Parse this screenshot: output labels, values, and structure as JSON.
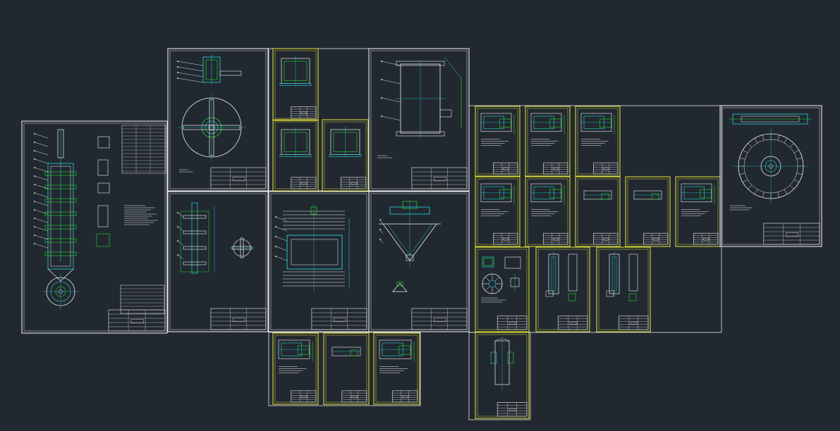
{
  "app": {
    "background": "#212830",
    "colors": {
      "frame_white": "#e8e8e8",
      "frame_yellow": "#d8d838",
      "detail_cyan": "#22d6d6",
      "detail_green": "#22e022",
      "detail_white": "#f0f0f0"
    }
  },
  "sheets": [
    {
      "id": "main-assembly",
      "style": "large-assembly",
      "frame": "white"
    },
    {
      "id": "agitator-top",
      "style": "agitator",
      "frame": "white"
    },
    {
      "id": "small-a1",
      "style": "small",
      "frame": "yellow"
    },
    {
      "id": "small-a2",
      "style": "small",
      "frame": "yellow"
    },
    {
      "id": "small-a3",
      "style": "small",
      "frame": "yellow"
    },
    {
      "id": "vessel-shell",
      "style": "vessel",
      "frame": "white"
    },
    {
      "id": "shaft",
      "style": "shaft",
      "frame": "white"
    },
    {
      "id": "flange-body",
      "style": "flange",
      "frame": "white"
    },
    {
      "id": "cone-bottom",
      "style": "cone",
      "frame": "white"
    },
    {
      "id": "grid-r1c1",
      "style": "detail",
      "frame": "yellow"
    },
    {
      "id": "grid-r1c2",
      "style": "detail",
      "frame": "yellow"
    },
    {
      "id": "grid-r1c3",
      "style": "detail",
      "frame": "yellow"
    },
    {
      "id": "grid-r2c1",
      "style": "detail",
      "frame": "yellow"
    },
    {
      "id": "grid-r2c2",
      "style": "detail",
      "frame": "yellow"
    },
    {
      "id": "grid-r2c3",
      "style": "strip",
      "frame": "yellow"
    },
    {
      "id": "grid-r2c4",
      "style": "strip",
      "frame": "yellow"
    },
    {
      "id": "grid-r2c5",
      "style": "detail",
      "frame": "yellow"
    },
    {
      "id": "disc-view",
      "style": "disc",
      "frame": "white"
    },
    {
      "id": "lower-r1c1",
      "style": "wheel",
      "frame": "yellow"
    },
    {
      "id": "lower-r1c2",
      "style": "tall",
      "frame": "yellow"
    },
    {
      "id": "lower-r1c3",
      "style": "tall",
      "frame": "yellow"
    },
    {
      "id": "lower-r2c1",
      "style": "pipe",
      "frame": "yellow"
    },
    {
      "id": "bottom-c1",
      "style": "detail",
      "frame": "yellow"
    },
    {
      "id": "bottom-c2",
      "style": "strip",
      "frame": "yellow"
    },
    {
      "id": "bottom-c3",
      "style": "detail",
      "frame": "yellow"
    }
  ]
}
